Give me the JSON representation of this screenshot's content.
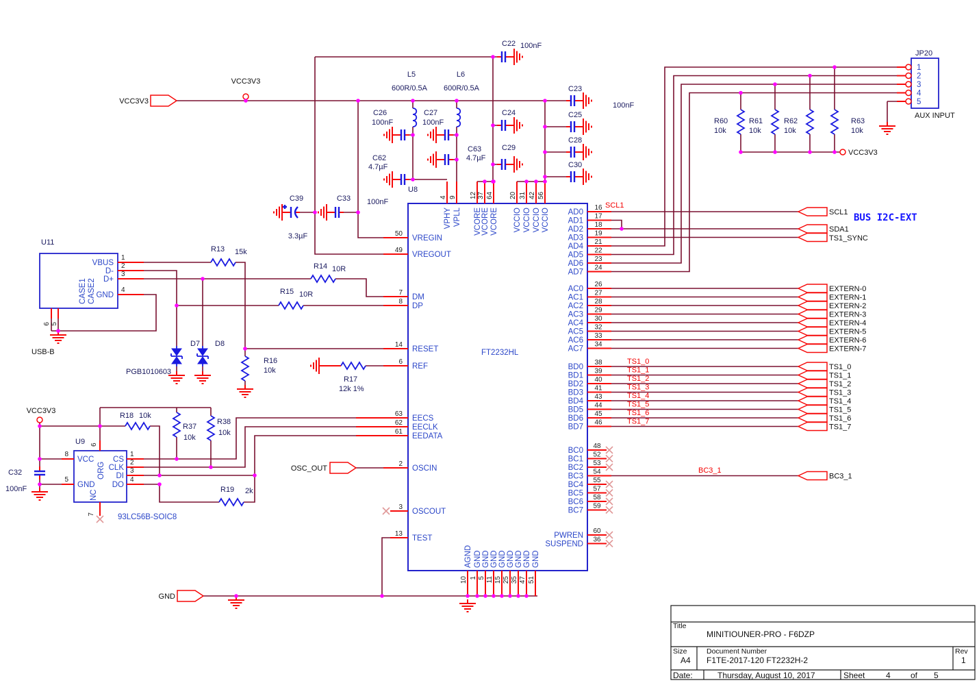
{
  "colors": {
    "wire": "#7a1030",
    "stub": "#f60909",
    "symbol": "#1a1ae0",
    "pin_text": "#2b46c8",
    "junction": "#ff00ff",
    "net_label": "#f40000",
    "bus_label": "#1414ff"
  },
  "power": {
    "vcc3v3": "VCC3V3",
    "gnd": "GND"
  },
  "flags": {
    "vcc3v3_in": "VCC3V3",
    "gnd_in": "GND",
    "osc_out_in": "OSC_OUT",
    "scl1": "SCL1",
    "sda1": "SDA1",
    "ts1_sync": "TS1_SYNC",
    "bc3": "BC3_1",
    "bus": "BUS I2C-EXT"
  },
  "nets": {
    "scl1": "SCL1",
    "bc3": "BC3_1"
  },
  "chip": {
    "ref": "U8",
    "part": "FT2232HL",
    "top_pins": [
      {
        "num": "4",
        "name": "VPHY"
      },
      {
        "num": "9",
        "name": "VPLL"
      },
      {
        "num": "12",
        "name": "VCORE"
      },
      {
        "num": "37",
        "name": "VCORE"
      },
      {
        "num": "64",
        "name": "VCORE"
      },
      {
        "num": "20",
        "name": "VCCIO"
      },
      {
        "num": "31",
        "name": "VCCIO"
      },
      {
        "num": "42",
        "name": "VCCIO"
      },
      {
        "num": "56",
        "name": "VCCIO"
      }
    ],
    "left_pins": [
      {
        "num": "50",
        "name": "VREGIN"
      },
      {
        "num": "49",
        "name": "VREGOUT"
      },
      {
        "num": "7",
        "name": "DM"
      },
      {
        "num": "8",
        "name": "DP"
      },
      {
        "num": "14",
        "name": "RESET"
      },
      {
        "num": "6",
        "name": "REF"
      },
      {
        "num": "63",
        "name": "EECS"
      },
      {
        "num": "62",
        "name": "EECLK"
      },
      {
        "num": "61",
        "name": "EEDATA"
      },
      {
        "num": "2",
        "name": "OSCIN"
      },
      {
        "num": "3",
        "name": "OSCOUT"
      },
      {
        "num": "13",
        "name": "TEST"
      }
    ],
    "bottom_pins": [
      {
        "num": "10",
        "name": "AGND"
      },
      {
        "num": "1",
        "name": "GND"
      },
      {
        "num": "5",
        "name": "GND"
      },
      {
        "num": "11",
        "name": "GND"
      },
      {
        "num": "15",
        "name": "GND"
      },
      {
        "num": "25",
        "name": "GND"
      },
      {
        "num": "35",
        "name": "GND"
      },
      {
        "num": "47",
        "name": "GND"
      },
      {
        "num": "51",
        "name": "GND"
      }
    ],
    "ad_pins": [
      {
        "num": "16",
        "name": "AD0"
      },
      {
        "num": "17",
        "name": "AD1"
      },
      {
        "num": "18",
        "name": "AD2"
      },
      {
        "num": "19",
        "name": "AD3"
      },
      {
        "num": "21",
        "name": "AD4"
      },
      {
        "num": "22",
        "name": "AD5"
      },
      {
        "num": "23",
        "name": "AD6"
      },
      {
        "num": "24",
        "name": "AD7"
      }
    ],
    "ac_pins": [
      {
        "num": "26",
        "name": "AC0",
        "flag": "EXTERN-0"
      },
      {
        "num": "27",
        "name": "AC1",
        "flag": "EXTERN-1"
      },
      {
        "num": "28",
        "name": "AC2",
        "flag": "EXTERN-2"
      },
      {
        "num": "29",
        "name": "AC3",
        "flag": "EXTERN-3"
      },
      {
        "num": "30",
        "name": "AC4",
        "flag": "EXTERN-4"
      },
      {
        "num": "32",
        "name": "AC5",
        "flag": "EXTERN-5"
      },
      {
        "num": "33",
        "name": "AC6",
        "flag": "EXTERN-6"
      },
      {
        "num": "34",
        "name": "AC7",
        "flag": "EXTERN-7"
      }
    ],
    "bd_pins": [
      {
        "num": "38",
        "name": "BD0",
        "net": "TS1_0",
        "flag": "TS1_0"
      },
      {
        "num": "39",
        "name": "BD1",
        "net": "TS1_1",
        "flag": "TS1_1"
      },
      {
        "num": "40",
        "name": "BD2",
        "net": "TS1_2",
        "flag": "TS1_2"
      },
      {
        "num": "41",
        "name": "BD3",
        "net": "TS1_3",
        "flag": "TS1_3"
      },
      {
        "num": "43",
        "name": "BD4",
        "net": "TS1_4",
        "flag": "TS1_4"
      },
      {
        "num": "44",
        "name": "BD5",
        "net": "TS1_5",
        "flag": "TS1_5"
      },
      {
        "num": "45",
        "name": "BD6",
        "net": "TS1_6",
        "flag": "TS1_6"
      },
      {
        "num": "46",
        "name": "BD7",
        "net": "TS1_7",
        "flag": "TS1_7"
      }
    ],
    "bc_pins": [
      {
        "num": "48",
        "name": "BC0"
      },
      {
        "num": "52",
        "name": "BC1"
      },
      {
        "num": "53",
        "name": "BC2"
      },
      {
        "num": "54",
        "name": "BC3"
      },
      {
        "num": "55",
        "name": "BC4"
      },
      {
        "num": "57",
        "name": "BC5"
      },
      {
        "num": "58",
        "name": "BC6"
      },
      {
        "num": "59",
        "name": "BC7"
      }
    ],
    "pwren": {
      "num": "60",
      "name": "PWREN"
    },
    "suspend": {
      "num": "36",
      "name": "SUSPEND"
    }
  },
  "usb": {
    "ref": "U11",
    "label": "USB-B",
    "pins": [
      {
        "num": "1",
        "name": "VBUS"
      },
      {
        "num": "2",
        "name": "D-"
      },
      {
        "num": "3",
        "name": "D+"
      },
      {
        "num": "4",
        "name": "GND"
      }
    ],
    "case1": "CASE1",
    "case2": "CASE2",
    "shell_pins": [
      "6",
      "5"
    ]
  },
  "eeprom": {
    "ref": "U9",
    "part": "93LC56B-SOIC8",
    "vcc": {
      "num": "8",
      "name": "VCC"
    },
    "gnd": {
      "num": "5",
      "name": "GND"
    },
    "org": {
      "num": "6",
      "name": "ORG"
    },
    "nc": {
      "num": "7",
      "name": "NC"
    },
    "cs": {
      "num": "1",
      "name": "CS"
    },
    "clk": {
      "num": "2",
      "name": "CLK"
    },
    "di": {
      "num": "3",
      "name": "DI"
    },
    "do": {
      "num": "4",
      "name": "DO"
    }
  },
  "jp20": {
    "ref": "JP20",
    "label": "AUX INPUT",
    "pins": [
      "1",
      "2",
      "3",
      "4",
      "5"
    ]
  },
  "parts": {
    "l5": {
      "ref": "L5",
      "val": "600R/0.5A"
    },
    "l6": {
      "ref": "L6",
      "val": "600R/0.5A"
    },
    "c22": {
      "ref": "C22",
      "val": "100nF"
    },
    "c23": {
      "ref": "C23"
    },
    "c24": {
      "ref": "C24"
    },
    "c25": {
      "ref": "C25"
    },
    "c26": {
      "ref": "C26",
      "val": "100nF"
    },
    "c27": {
      "ref": "C27",
      "val": "100nF"
    },
    "c28": {
      "ref": "C28"
    },
    "c29": {
      "ref": "C29"
    },
    "c30": {
      "ref": "C30"
    },
    "bank_val": "100nF",
    "c62": {
      "ref": "C62",
      "val": "4.7µF"
    },
    "c63": {
      "ref": "C63",
      "val": "4.7µF"
    },
    "c39": {
      "ref": "C39",
      "val": "3.3µF"
    },
    "c33": {
      "ref": "C33",
      "val": "100nF"
    },
    "c32": {
      "ref": "C32",
      "val": "100nF"
    },
    "r13": {
      "ref": "R13",
      "val": "15k"
    },
    "r14": {
      "ref": "R14",
      "val": "10R"
    },
    "r15": {
      "ref": "R15",
      "val": "10R"
    },
    "r16": {
      "ref": "R16",
      "val": "10k"
    },
    "r17": {
      "ref": "R17",
      "val": "12k 1%"
    },
    "r18": {
      "ref": "R18",
      "val": "10k"
    },
    "r37": {
      "ref": "R37",
      "val": "10k"
    },
    "r38": {
      "ref": "R38",
      "val": "10k"
    },
    "r19": {
      "ref": "R19",
      "val": "2k"
    },
    "r60": {
      "ref": "R60",
      "val": "10k"
    },
    "r61": {
      "ref": "R61",
      "val": "10k"
    },
    "r62": {
      "ref": "R62",
      "val": "10k"
    },
    "r63": {
      "ref": "R63",
      "val": "10k"
    },
    "d7": {
      "ref": "D7"
    },
    "d8": {
      "ref": "D8"
    },
    "d_part": "PGB1010603"
  },
  "title_block": {
    "title_label": "Title",
    "title": "MINITIOUNER-PRO  -  F6DZP",
    "size_label": "Size",
    "size": "A4",
    "doc_label": "Document Number",
    "doc_number": "F1TE-2017-120     FT2232H-2",
    "rev_label": "Rev",
    "rev": "1",
    "date_label": "Date:",
    "date": "Thursday, August 10, 2017",
    "sheet_label": "Sheet",
    "sheet": "4",
    "of_label": "of",
    "sheet_total": "5"
  }
}
